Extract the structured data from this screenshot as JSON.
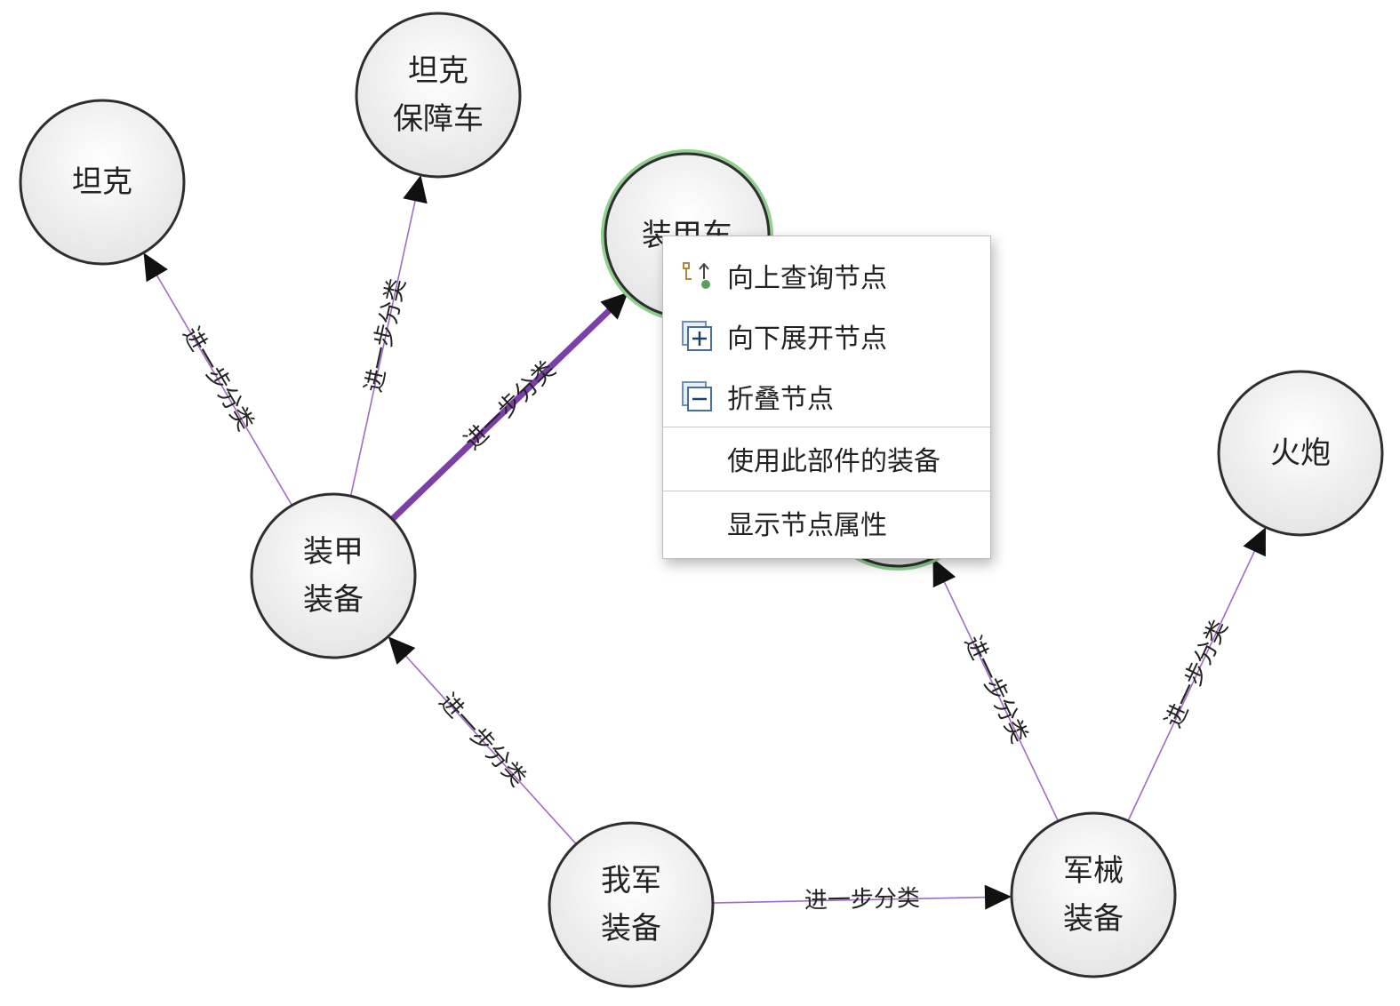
{
  "graph": {
    "nodes": [
      {
        "id": "tank",
        "lines": [
          "坦克"
        ]
      },
      {
        "id": "tank_support",
        "lines": [
          "坦克",
          "保障车"
        ]
      },
      {
        "id": "armored_vehicle",
        "lines": [
          "装甲车"
        ]
      },
      {
        "id": "armor_equipment",
        "lines": [
          "装甲",
          "装备"
        ]
      },
      {
        "id": "our_equipment",
        "lines": [
          "我军",
          "装备"
        ]
      },
      {
        "id": "hidden_node",
        "lines": []
      },
      {
        "id": "artillery",
        "lines": [
          "火炮"
        ]
      },
      {
        "id": "ordnance_equipment",
        "lines": [
          "军械",
          "装备"
        ]
      }
    ],
    "edges": [
      {
        "from": "armor_equipment",
        "to": "tank",
        "label": "进一步分类"
      },
      {
        "from": "armor_equipment",
        "to": "tank_support",
        "label": "进一步分类"
      },
      {
        "from": "armor_equipment",
        "to": "armored_vehicle",
        "label": "进一步分类",
        "highlighted": true
      },
      {
        "from": "our_equipment",
        "to": "armor_equipment",
        "label": "进一步分类"
      },
      {
        "from": "our_equipment",
        "to": "ordnance_equipment",
        "label": "进一步分类"
      },
      {
        "from": "ordnance_equipment",
        "to": "hidden_node",
        "label": "进一步分类"
      },
      {
        "from": "ordnance_equipment",
        "to": "artillery",
        "label": "进一步分类"
      }
    ],
    "colors": {
      "edge": "#a06bc4",
      "edge_highlight": "#7a3fa8",
      "node_stroke": "#2e2e2e",
      "selected_ring": "#8fd08f"
    }
  },
  "context_menu": {
    "items": [
      {
        "label": "向上查询节点",
        "icon": "query-up-icon"
      },
      {
        "label": "向下展开节点",
        "icon": "expand-icon"
      },
      {
        "label": "折叠节点",
        "icon": "collapse-icon"
      },
      {
        "label": "使用此部件的装备",
        "icon": ""
      },
      {
        "label": "显示节点属性",
        "icon": ""
      }
    ]
  }
}
